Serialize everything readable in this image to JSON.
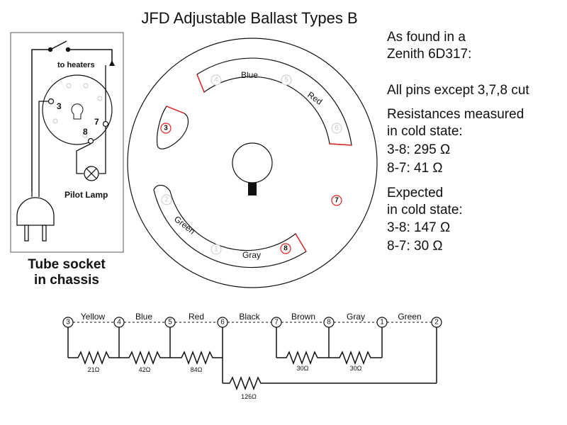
{
  "title": "JFD Adjustable Ballast Types B",
  "socket": {
    "to_heaters": "to heaters",
    "pin_3": "3",
    "pin_7": "7",
    "pin_8": "8",
    "pilot_lamp": "Pilot Lamp",
    "caption_line1": "Tube socket",
    "caption_line2": "in chassis"
  },
  "ballast": {
    "pins": {
      "p1": "1",
      "p2": "2",
      "p3": "3",
      "p4": "4",
      "p5": "5",
      "p6": "6",
      "p7": "7",
      "p8": "8"
    },
    "wire_labels": {
      "blue": "Blue",
      "red": "Red",
      "green": "Green",
      "gray": "Gray"
    }
  },
  "notes": {
    "found_line1": "As found in a",
    "found_line2": "Zenith 6D317:",
    "cut_line": "All pins except 3,7,8 cut",
    "measured_line1": "Resistances measured",
    "measured_line2": "in cold state:",
    "measured_38": "3-8: 295 Ω",
    "measured_87": "8-7: 41 Ω",
    "expected_line1": "Expected",
    "expected_line2": "in cold state:",
    "expected_38": "3-8: 147 Ω",
    "expected_87": "8-7: 30 Ω"
  },
  "schematic": {
    "nodes": [
      "3",
      "4",
      "5",
      "6",
      "7",
      "8",
      "1",
      "2"
    ],
    "wires": [
      "Yellow",
      "Blue",
      "Red",
      "Black",
      "Brown",
      "Gray",
      "Green"
    ],
    "resistors": {
      "r34": "21Ω",
      "r45": "42Ω",
      "r56": "84Ω",
      "r78": "30Ω",
      "r81": "30Ω",
      "r62": "126Ω"
    }
  },
  "colors": {
    "ink": "#111111",
    "highlight": "#e02020",
    "ghost": "#c8c8c8"
  }
}
